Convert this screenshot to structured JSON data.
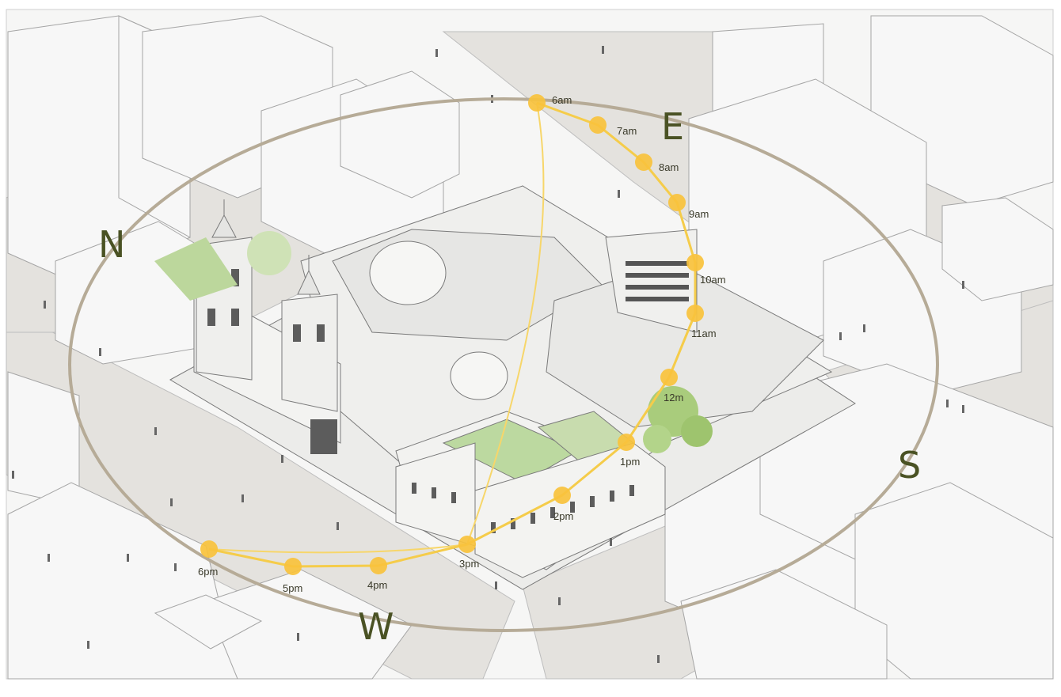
{
  "compass": {
    "north": "N",
    "east": "E",
    "south": "S",
    "west": "W"
  },
  "sun_path": {
    "hours": [
      "6am",
      "7am",
      "8am",
      "9am",
      "10am",
      "11am",
      "12m",
      "1pm",
      "2pm",
      "3pm",
      "4pm",
      "5pm",
      "6pm"
    ]
  },
  "colors": {
    "sun_marker": "#f9c23c",
    "sun_path": "#f7d66a",
    "orbit_ring": "#b6ab97",
    "compass_text": "#4a5224",
    "building_fill": "#f4f4f4",
    "building_stroke": "#9a9a9a",
    "street": "#e2e0dc",
    "tree": "#8fbf5a"
  }
}
